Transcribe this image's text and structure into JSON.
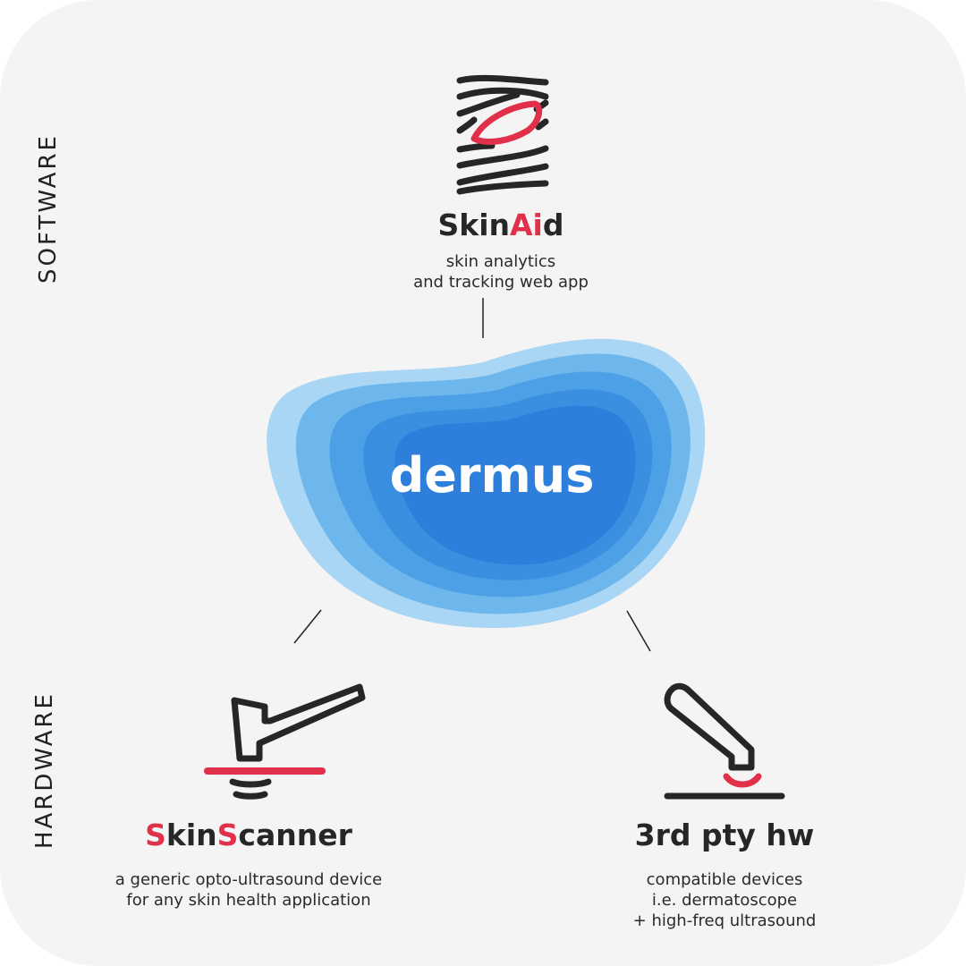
{
  "sections": {
    "software_label": "SOFTWARE",
    "hardware_label": "HARDWARE"
  },
  "center": {
    "brand": "dermus",
    "blob_colors": [
      "#a9d6f4",
      "#6eb7ec",
      "#4ea0e6",
      "#3a8fe0",
      "#2e7fdb"
    ]
  },
  "skinaid": {
    "title_part1": "Skin",
    "title_accent": "Ai",
    "title_part2": "d",
    "desc_line1": "skin analytics",
    "desc_line2": "and tracking web app",
    "icon": "skinaid-logo-icon"
  },
  "skinscanner": {
    "title_accent1": "S",
    "title_part1": "kin",
    "title_accent2": "S",
    "title_part2": "canner",
    "desc_line1": "a generic opto-ultrasound device",
    "desc_line2": "for any skin health application",
    "icon": "skinscanner-device-icon"
  },
  "thirdparty": {
    "title": "3rd pty hw",
    "desc_line1": "compatible devices",
    "desc_line2": "i.e. dermatoscope",
    "desc_line3": "+ high-freq ultrasound",
    "icon": "probe-device-icon"
  },
  "colors": {
    "accent": "#e0304a",
    "text": "#262626",
    "background": "#f4f4f4"
  }
}
